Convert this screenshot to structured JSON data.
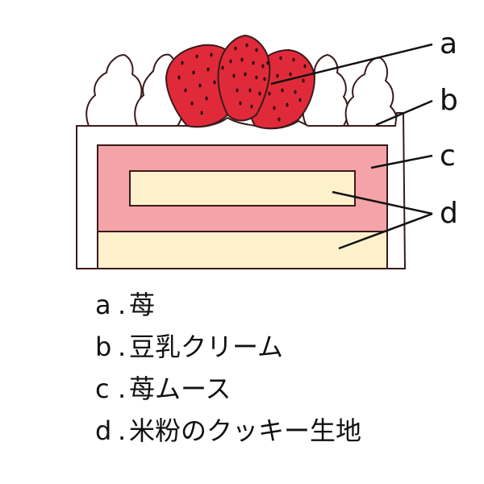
{
  "diagram": {
    "callouts": [
      "a",
      "b",
      "c",
      "d"
    ]
  },
  "legend": [
    {
      "letter": "a",
      "sep": ".",
      "label": "苺"
    },
    {
      "letter": "b",
      "sep": ".",
      "label": "豆乳クリーム"
    },
    {
      "letter": "c",
      "sep": ".",
      "label": "苺ムース"
    },
    {
      "letter": "d",
      "sep": ".",
      "label": "米粉のクッキー生地"
    }
  ],
  "colors": {
    "outline": "#3a1a1a",
    "strawberry": "#e02a3a",
    "seed": "#2a0a0a",
    "cream": "#ffffff",
    "mousse": "#f4a3a8",
    "cookie": "#fdf1cc",
    "leader": "#111111"
  }
}
